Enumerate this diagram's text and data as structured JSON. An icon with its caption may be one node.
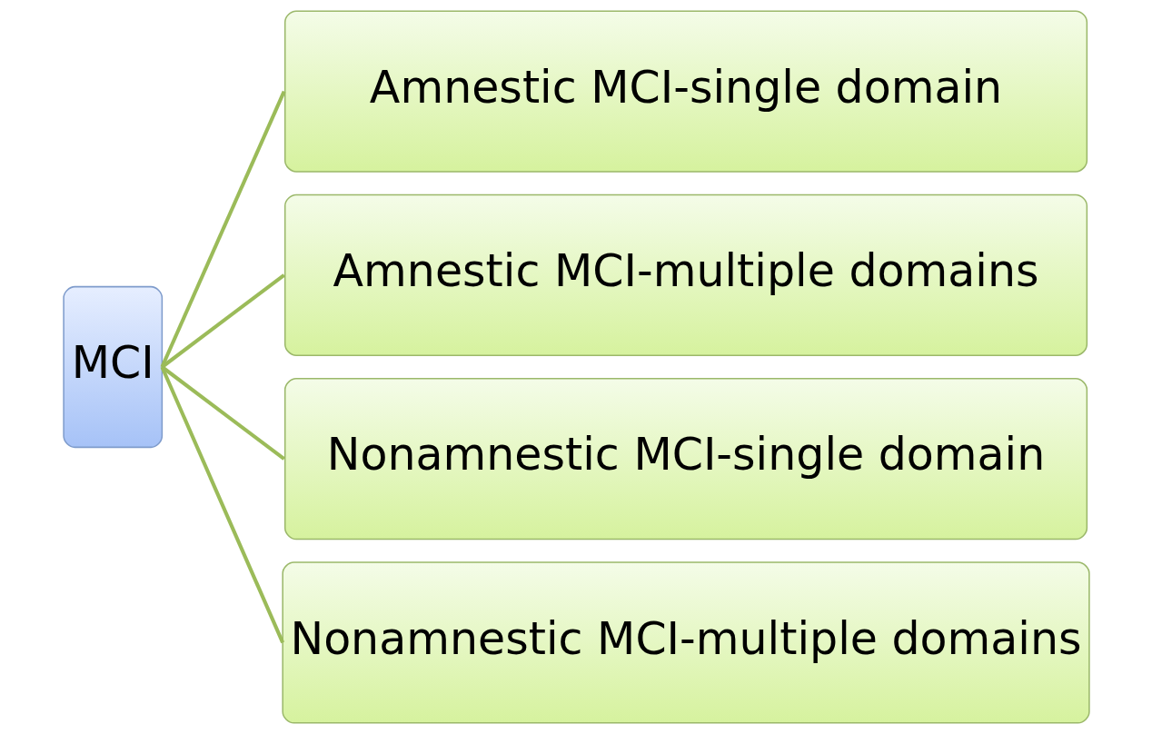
{
  "diagram": {
    "nodes": [
      {
        "text": [
          "MCI"
        ]
      },
      {
        "text": [
          "Amnestic MCI-single domain"
        ]
      },
      {
        "text": [
          "Amnestic MCI-multiple domains"
        ]
      },
      {
        "text": [
          "Nonamnestic MCI-single domain"
        ]
      },
      {
        "text": [
          "Nonamnestic MCI-multiple domains"
        ]
      }
    ],
    "edges": [
      {
        "from": 0,
        "to": 1,
        "arrow": "none"
      },
      {
        "from": 0,
        "to": 2,
        "arrow": "none"
      },
      {
        "from": 0,
        "to": 3,
        "arrow": "none"
      },
      {
        "from": 0,
        "to": 4,
        "arrow": "none"
      }
    ]
  }
}
